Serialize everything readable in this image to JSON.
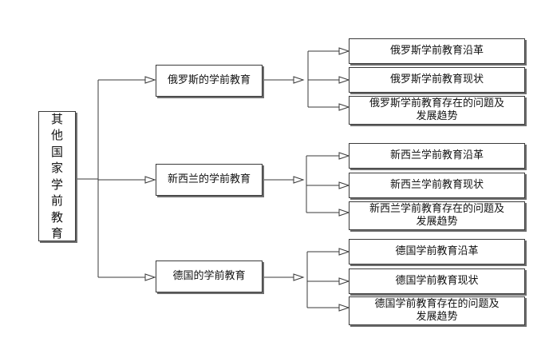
{
  "root": {
    "chars": [
      "其",
      "他",
      "国",
      "家",
      "学",
      "前",
      "教",
      "育"
    ]
  },
  "countries": [
    {
      "label": "俄罗斯的学前教育",
      "children": [
        "俄罗斯学前教育沿革",
        "俄罗斯学前教育现状",
        "俄罗斯学前教育存在的问题及\n发展趋势"
      ]
    },
    {
      "label": "新西兰的学前教育",
      "children": [
        "新西兰学前教育沿革",
        "新西兰学前教育现状",
        "新西兰学前教育存在的问题及\n发展趋势"
      ]
    },
    {
      "label": "德国的学前教育",
      "children": [
        "德国学前教育沿革",
        "德国学前教育现状",
        "德国学前教育存在的问题及\n发展趋势"
      ]
    }
  ],
  "colors": {
    "line": "#3a3a3a",
    "border": "#3a3a3a",
    "shadow": "#6e6e6e"
  }
}
